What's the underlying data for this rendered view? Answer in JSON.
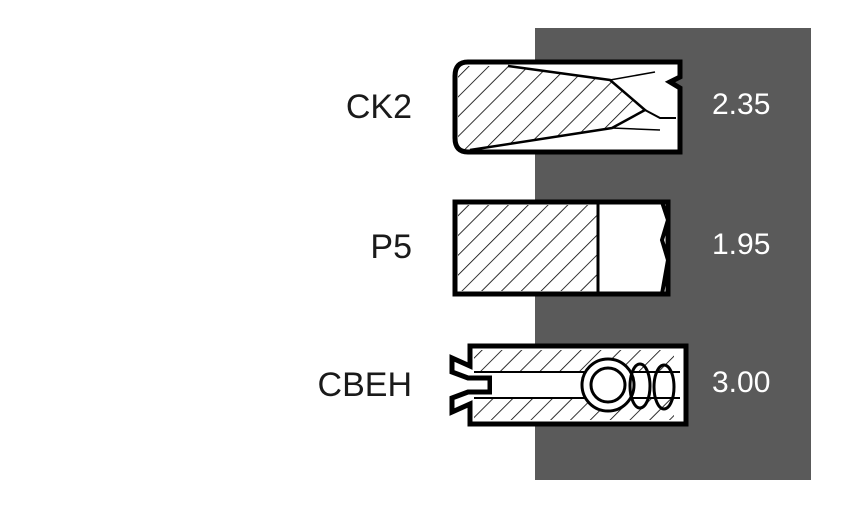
{
  "colors": {
    "panel": "#5a5a5a",
    "outline": "#000000",
    "fill": "#ffffff",
    "value_text": "#ffffff",
    "label_text": "#1a1a1a"
  },
  "rings": [
    {
      "label": "CK2",
      "value": "2.35",
      "icon": "compression-ring-taper-profile-icon"
    },
    {
      "label": "P5",
      "value": "1.95",
      "icon": "rectangular-ring-profile-icon"
    },
    {
      "label": "CBEH",
      "value": "3.00",
      "icon": "oil-ring-expander-profile-icon"
    }
  ]
}
